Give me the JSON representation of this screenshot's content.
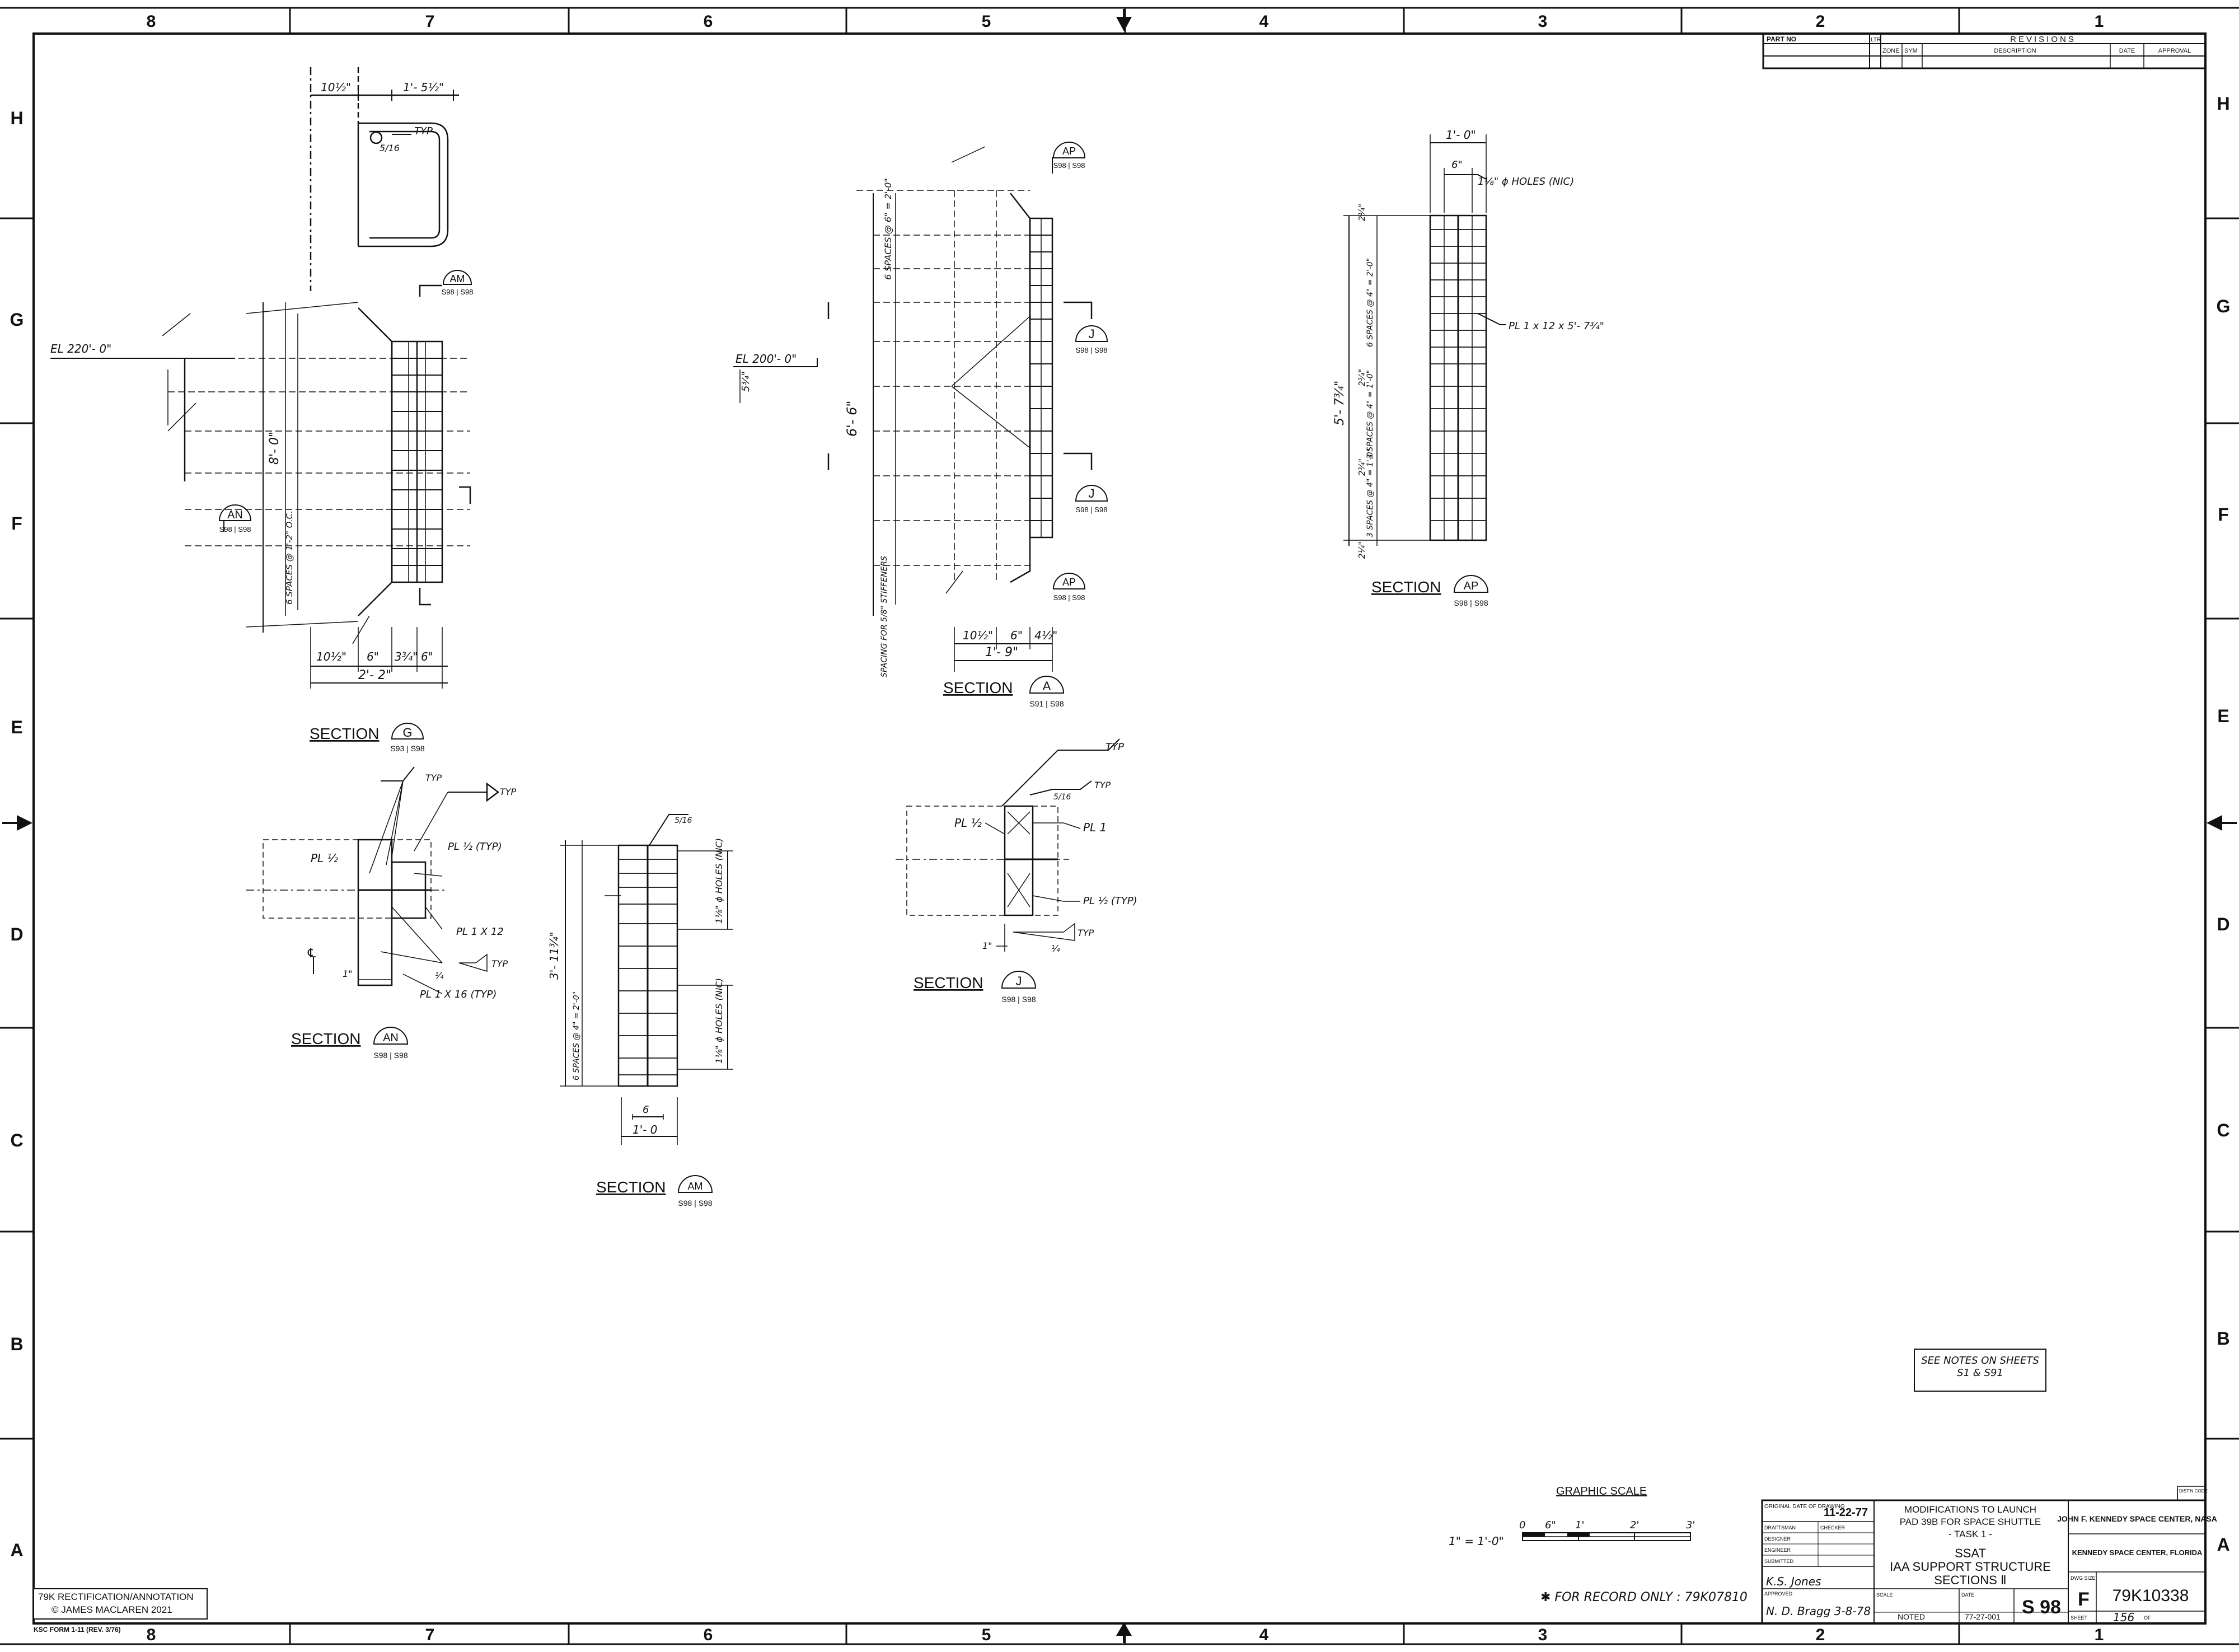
{
  "zones_top": [
    "8",
    "7",
    "6",
    "5",
    "4",
    "3",
    "2",
    "1"
  ],
  "zones_side": [
    "H",
    "G",
    "F",
    "E",
    "D",
    "C",
    "B",
    "A"
  ],
  "revisions": {
    "part_no": "PART NO",
    "ltr": "LTR",
    "title": "REVISIONS",
    "zone": "ZONE",
    "sym": "SYM",
    "description": "DESCRIPTION",
    "date": "DATE",
    "approval": "APPROVAL"
  },
  "section_g": {
    "label": "SECTION",
    "tag": "G",
    "sheets": "S93 | S98",
    "dims": {
      "top_a": "10½\"",
      "top_b": "1'- 5½\"",
      "height": "8'- 0\"",
      "spacing": "6 SPACES @ 1'-2\" O.C.",
      "bot_a": "10½\"",
      "bot_b": "6\"",
      "bot_c": "3¾\"",
      "bot_d": "6\"",
      "overall": "2'- 2\"",
      "el": "EL 220'- 0\"",
      "typ": "TYP",
      "weld": "5/16"
    },
    "callout_am": {
      "tag": "AM",
      "sheets": "S98 | S98"
    },
    "callout_an": {
      "tag": "AN",
      "sheets": "S98 | S98"
    }
  },
  "section_a": {
    "label": "SECTION",
    "tag": "A",
    "sheets": "S91 | S98",
    "dims": {
      "height": "6'- 6\"",
      "spacing_top": "6 SPACES @ 6\" = 2'-0\"",
      "spacing_bot": "SPACING FOR 5/8\" STIFFENERS",
      "el": "EL 200'- 0\"",
      "el_off": "5¾\"",
      "bot_a": "10½\"",
      "bot_b": "6\"",
      "bot_c": "4½\"",
      "overall": "1'- 9\""
    },
    "callout_ap_top": {
      "tag": "AP",
      "sheets": "S98 | S98"
    },
    "callout_ap_bot": {
      "tag": "AP",
      "sheets": "S98 | S98"
    },
    "callout_j1": {
      "tag": "J",
      "sheets": "S98 | S98"
    },
    "callout_j2": {
      "tag": "J",
      "sheets": "S98 | S98"
    }
  },
  "section_ap": {
    "label": "SECTION",
    "tag": "AP",
    "sheets": "S98 | S98",
    "dims": {
      "top": "1'- 0\"",
      "inner": "6\"",
      "holes": "1⅛\" ϕ HOLES (NIC)",
      "plate": "PL 1 x 12 x 5'- 7¾\"",
      "height": "5'- 7¾\"",
      "sp1": "6 SPACES @ 4\" = 2'-0\"",
      "sp2": "3 SPACES @ 4\" = 1'-0\"",
      "sp3": "3 SPACES @ 4\" = 1'-0\"",
      "d1": "2¼\"",
      "d2": "2¾\"",
      "d3": "2¾\"",
      "d4": "2¼\""
    }
  },
  "section_an": {
    "label": "SECTION",
    "tag": "AN",
    "sheets": "S98 | S98",
    "notes": {
      "pl_half_a": "PL ½",
      "pl_half_typ": "PL ½ (TYP)",
      "pl_1x12": "PL 1 X 12",
      "pl_1x16": "PL 1 X 16 (TYP)",
      "typ": "TYP",
      "quarter": "¼",
      "one": "1\"",
      "cl": "℄"
    }
  },
  "section_am": {
    "label": "SECTION",
    "tag": "AM",
    "sheets": "S98 | S98",
    "dims": {
      "height": "3'- 11¾\"",
      "spacing": "6 SPACES @ 4\" = 2'-0\"",
      "holes_top": "1⅛\" ϕ HOLES (NIC)",
      "holes_bot": "1⅛\" ϕ HOLES (NIC)",
      "inner": "6",
      "overall": "1'- 0",
      "weld": "5/16"
    }
  },
  "section_j": {
    "label": "SECTION",
    "tag": "J",
    "sheets": "S98 | S98",
    "notes": {
      "pl_half": "PL ½",
      "pl_1": "PL 1",
      "pl_half_typ": "PL ½ (TYP)",
      "typ": "TYP",
      "weld": "5/16",
      "one": "1\"",
      "quarter": "¼"
    }
  },
  "see_notes": "SEE NOTES ON SHEETS S1 & S91",
  "graphic_scale": {
    "label": "GRAPHIC SCALE",
    "ratio": "1\" = 1'-0\"",
    "ticks": [
      "0",
      "6\"",
      "1'",
      "2'",
      "3'"
    ]
  },
  "for_record": "✱ FOR RECORD ONLY : 79K07810",
  "annotation_box": {
    "line1": "79K RECTIFICATION/ANNOTATION",
    "line2": "© JAMES MACLAREN 2021"
  },
  "form_no": "KSC FORM 1-11 (REV. 3/76)",
  "title_block": {
    "orig_date_label": "ORIGINAL DATE OF DRAWING",
    "orig_date": "11-22-77",
    "drawn": "DRAFTSMAN",
    "checker": "CHECKER",
    "designer": "DESIGNER",
    "engineer": "ENGINEER",
    "approved": "APPROVED",
    "submitted": "SUBMITTED",
    "signature_top": "K.S. Jones",
    "signature_bot": "N. D. Bragg  3-8-78",
    "modifications": "MODIFICATIONS TO LAUNCH",
    "pad": "PAD 39B FOR SPACE SHUTTLE",
    "task": "- TASK 1 -",
    "ssat": "SSAT",
    "iaa": "IAA SUPPORT STRUCTURE",
    "sections": "SECTIONS Ⅱ",
    "scale_label": "SCALE",
    "scale": "NOTED",
    "date_label": "DATE",
    "date": "77-27-001",
    "sheet_tag": "S 98",
    "agency": "JOHN F. KENNEDY SPACE CENTER, NASA",
    "location": "KENNEDY SPACE CENTER, FLORIDA",
    "dist_code": "DIST'N CODE",
    "dwg_size_label": "DWG SIZE",
    "dwg_size": "F",
    "dwg_no": "79K10338",
    "sheet_label": "SHEET",
    "sheet": "156",
    "of": "OF"
  }
}
